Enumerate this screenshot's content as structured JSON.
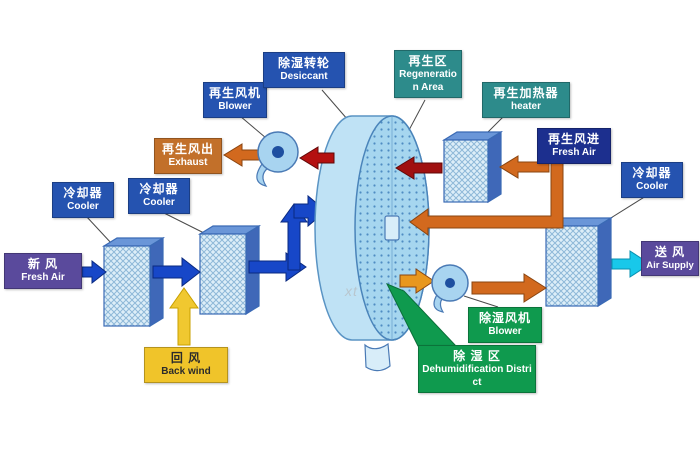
{
  "diagram_title": "Desiccant dehumidification rotary wheel system diagram",
  "watermark": "xt",
  "labels": {
    "fresh_air": {
      "zh": "新 风",
      "en": "Fresh Air"
    },
    "cooler_left_1": {
      "zh": "冷却器",
      "en": "Cooler"
    },
    "cooler_left_2": {
      "zh": "冷却器",
      "en": "Cooler"
    },
    "back_wind": {
      "zh": "回 风",
      "en": "Back wind"
    },
    "exhaust": {
      "zh": "再生风出",
      "en": "Exhaust"
    },
    "regen_blower": {
      "zh": "再生风机",
      "en": "Blower"
    },
    "desiccant_wheel": {
      "zh": "除湿转轮",
      "en": "Desiccant"
    },
    "regeneration_area": {
      "zh": "再生区",
      "en": "Regeneration Area"
    },
    "regen_heater": {
      "zh": "再生加热器",
      "en": "heater"
    },
    "regen_fresh_air": {
      "zh": "再生风进",
      "en": "Fresh Air"
    },
    "cooler_right": {
      "zh": "冷却器",
      "en": "Cooler"
    },
    "air_supply": {
      "zh": "送 风",
      "en": "Air Supply"
    },
    "dehum_blower": {
      "zh": "除湿风机",
      "en": "Blower"
    },
    "dehum_district": {
      "zh": "除 湿 区",
      "en": "Dehumidification District"
    }
  },
  "colors": {
    "purple_label": "#5a4a9c",
    "blue_label": "#2553b0",
    "navy_label": "#1c2f8e",
    "teal_label": "#2d8b8b",
    "orange_label": "#c2702a",
    "yellow_label": "#f0c42a",
    "green_label": "#0f9a4e",
    "blue_arrow": "#1747c8",
    "orange_arrow": "#d2691e",
    "red_arrow": "#b41010",
    "yellow_arrow": "#f0c830",
    "cyan_arrow": "#18c8ea",
    "green_pointer": "#0f9a4e",
    "wheel_fill": "#a6d6ef",
    "background": "#ffffff"
  }
}
